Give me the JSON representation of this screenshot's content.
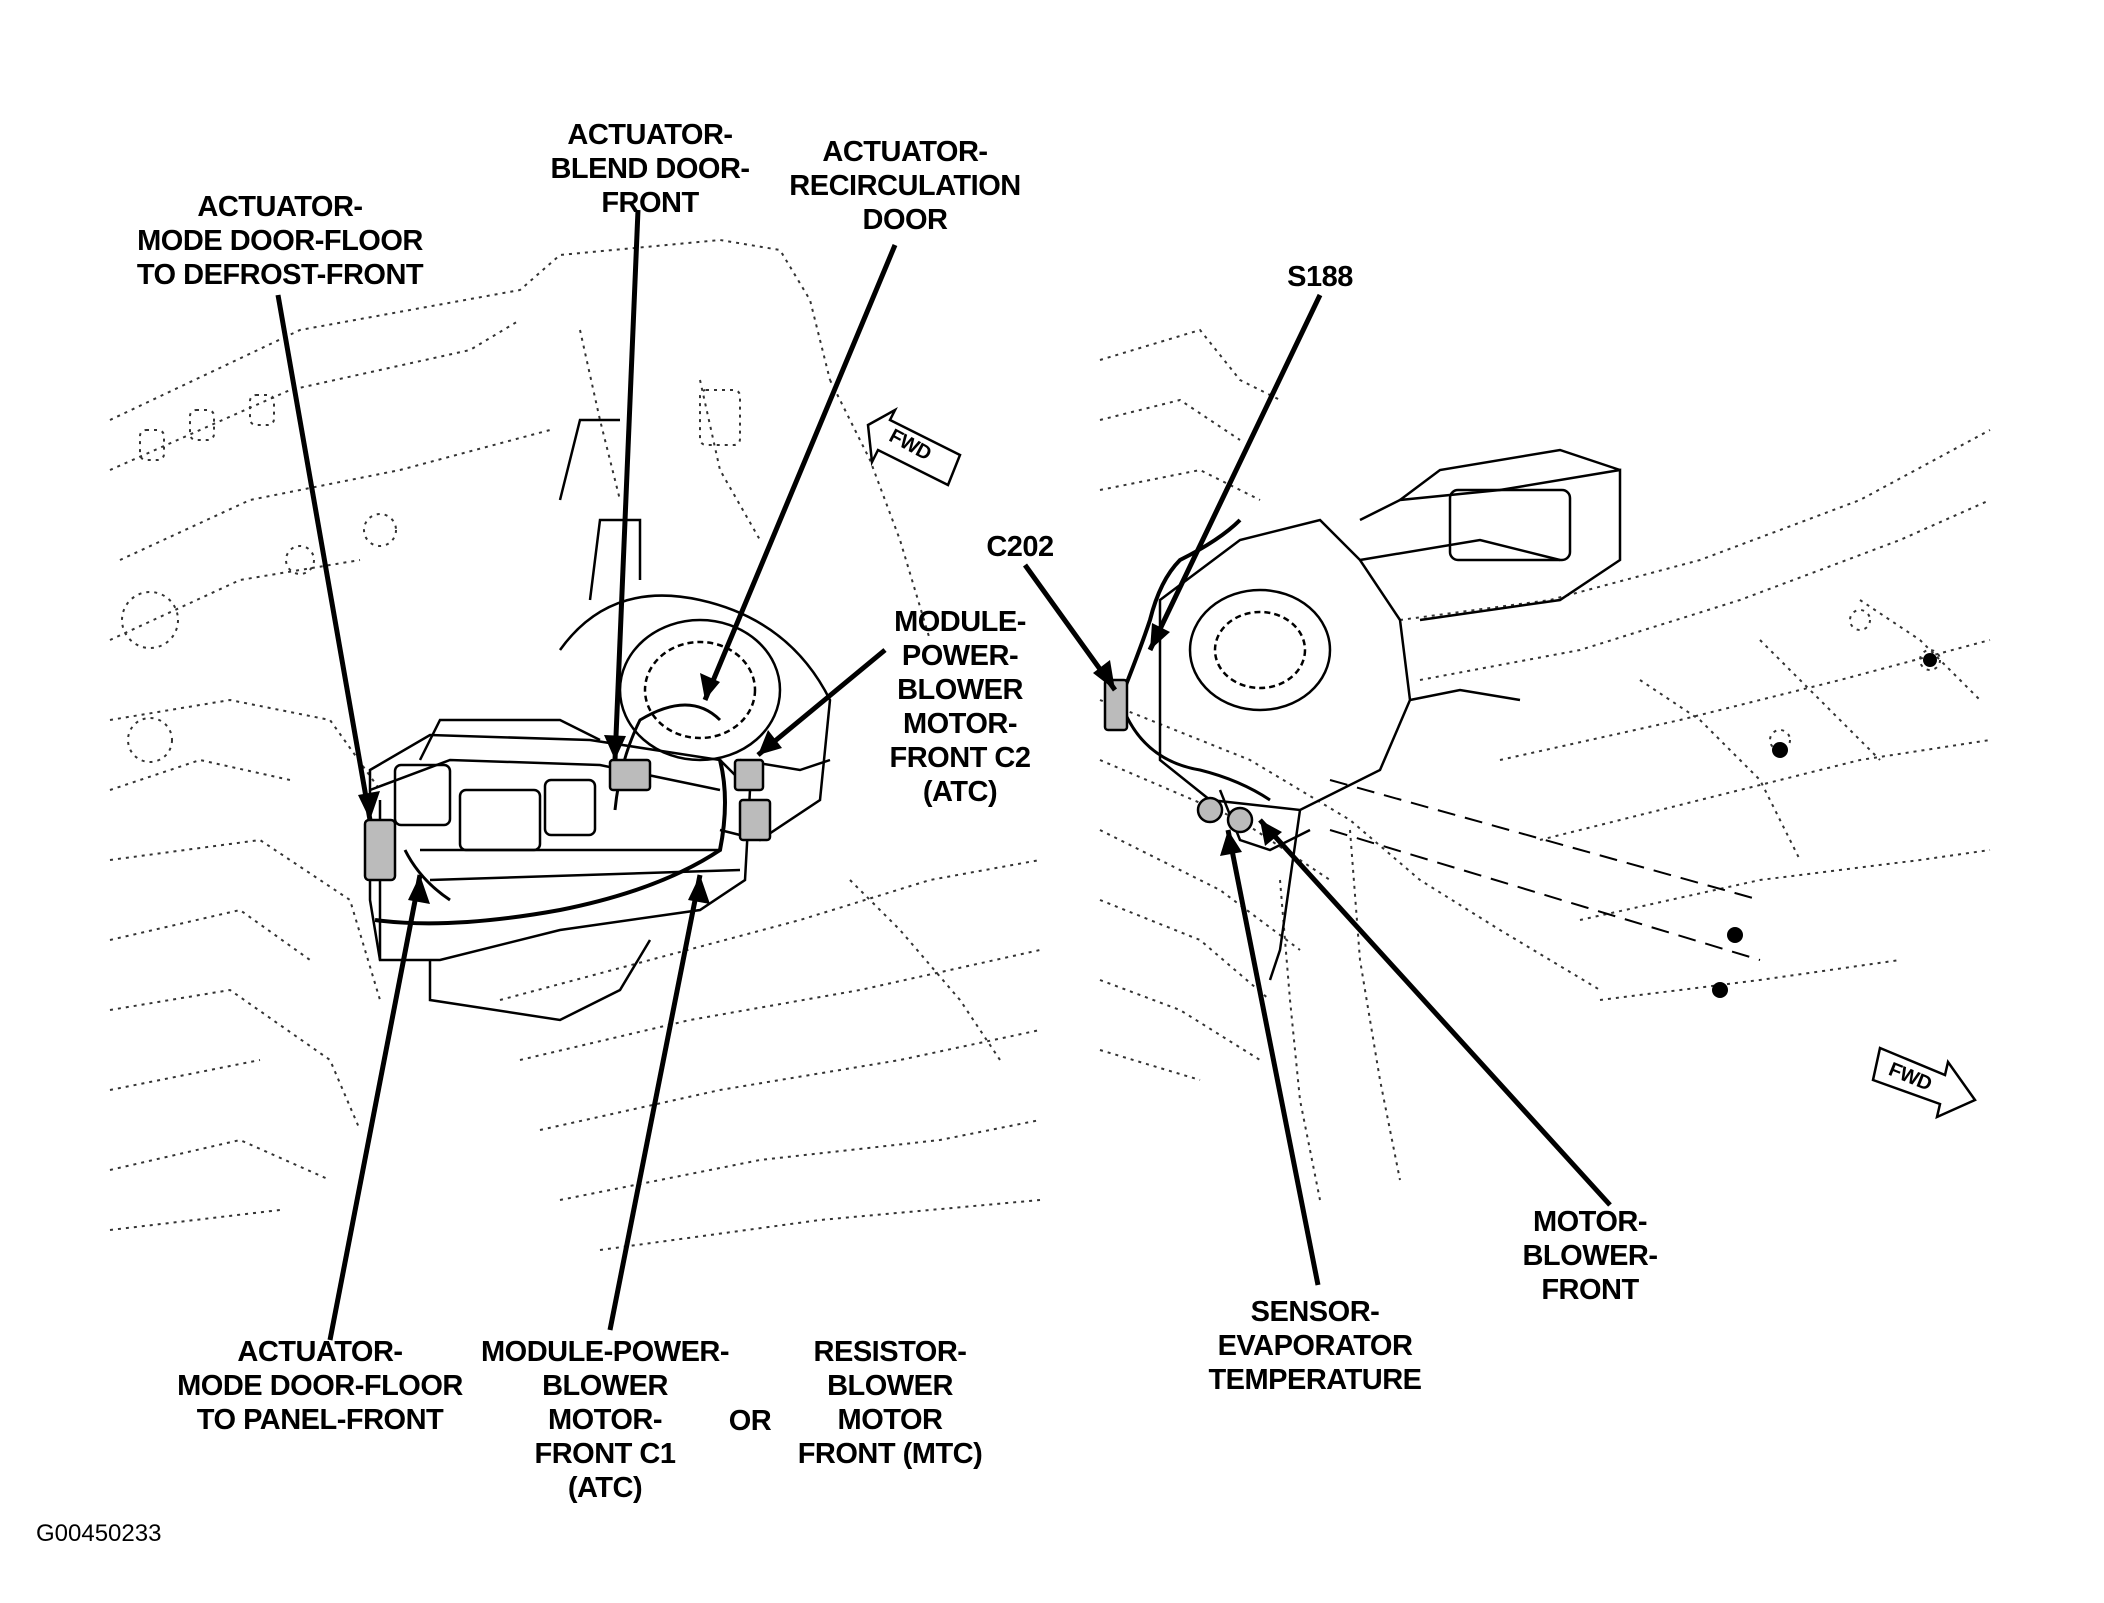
{
  "labels": {
    "actuator_mode_floor_defrost": [
      "ACTUATOR-",
      "MODE DOOR-FLOOR",
      "TO DEFROST-FRONT"
    ],
    "actuator_blend_door": [
      "ACTUATOR-",
      "BLEND DOOR-",
      "FRONT"
    ],
    "actuator_recirc_door": [
      "ACTUATOR-",
      "RECIRCULATION",
      "DOOR"
    ],
    "module_power_blower_c2": [
      "MODULE-",
      "POWER-",
      "BLOWER",
      "MOTOR-",
      "FRONT C2",
      "(ATC)"
    ],
    "actuator_mode_floor_panel": [
      "ACTUATOR-",
      "MODE DOOR-FLOOR",
      "TO PANEL-FRONT"
    ],
    "module_power_blower_c1": [
      "MODULE-POWER-",
      "BLOWER",
      "MOTOR-",
      "FRONT C1",
      "(ATC)"
    ],
    "or_text": "OR",
    "resistor_blower_motor": [
      "RESISTOR-",
      "BLOWER",
      "MOTOR",
      "FRONT (MTC)"
    ],
    "s188": "S188",
    "c202": "C202",
    "motor_blower_front": [
      "MOTOR-",
      "BLOWER-",
      "FRONT"
    ],
    "sensor_evap_temp": [
      "SENSOR-",
      "EVAPORATOR",
      "TEMPERATURE"
    ],
    "fwd_left": "FWD",
    "fwd_right": "FWD"
  },
  "figure_code": "G00450233"
}
